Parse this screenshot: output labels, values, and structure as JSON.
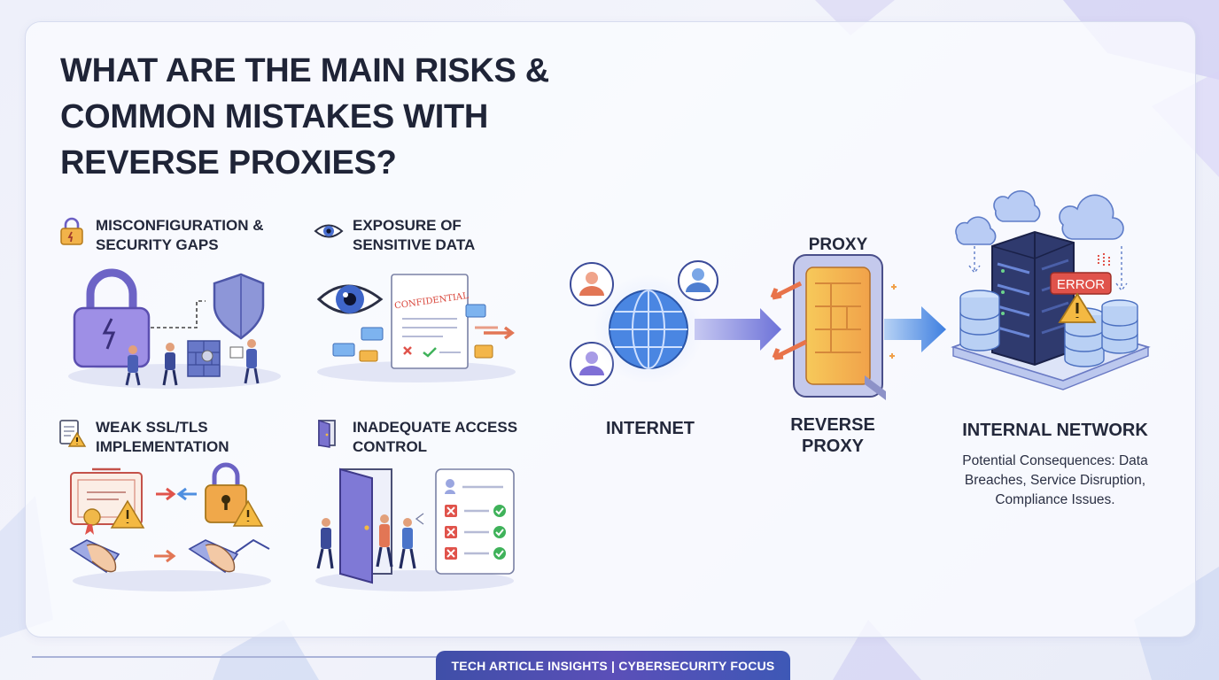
{
  "title": "WHAT ARE THE MAIN RISKS & COMMON MISTAKES WITH REVERSE PROXIES?",
  "risks": [
    {
      "label": "MISCONFIGURATION & SECURITY GAPS",
      "icon": "lock-warning-icon"
    },
    {
      "label": "EXPOSURE OF SENSITIVE DATA",
      "icon": "eye-icon"
    },
    {
      "label": "WEAK SSL/TLS IMPLEMENTATION",
      "icon": "document-warning-icon"
    },
    {
      "label": "INADEQUATE ACCESS CONTROL",
      "icon": "door-icon"
    }
  ],
  "diagram": {
    "internet_label": "INTERNET",
    "proxy_top_label": "PROXY",
    "reverse_proxy_label": "REVERSE PROXY",
    "internal_network_label": "INTERNAL NETWORK",
    "document_stamp": "CONFIDENTIAL",
    "error_badge": "ERROR",
    "consequences": "Potential Consequences: Data Breaches, Service Disruption, Compliance Issues."
  },
  "footer": "TECH ARTICLE INSIGHTS | CYBERSECURITY FOCUS",
  "colors": {
    "accent_purple": "#8e7fe0",
    "accent_blue": "#4f8fe0",
    "warning": "#f4b942",
    "danger": "#e0534b",
    "success": "#3fb25a"
  }
}
